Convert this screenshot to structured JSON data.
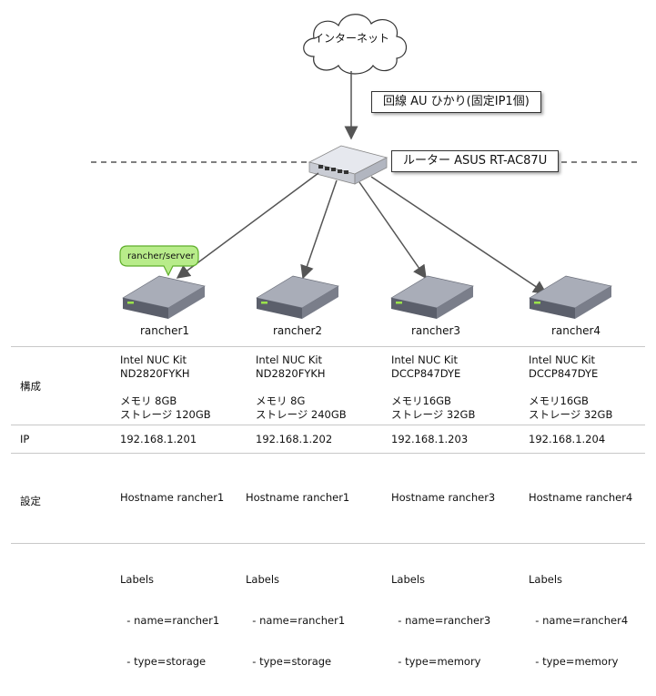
{
  "internet": {
    "label": "インターネット"
  },
  "line_label": "回線 AU ひかり(固定IP1個)",
  "router_label": "ルーター ASUS RT-AC87U",
  "server_tag": "rancher/server",
  "servers": [
    "rancher1",
    "rancher2",
    "rancher3",
    "rancher4"
  ],
  "table": {
    "row_headers": {
      "config": "構成",
      "ip": "IP",
      "settings": "設定"
    },
    "columns": [
      {
        "config": [
          "Intel NUC Kit",
          "ND2820FYKH",
          "",
          "メモリ 8GB",
          "ストレージ 120GB"
        ],
        "ip": "192.168.1.201",
        "settings": [
          "Hostname rancher1",
          "",
          "Labels",
          "  - name=rancher1",
          "  - type=storage"
        ]
      },
      {
        "config": [
          "Intel NUC Kit",
          "ND2820FYKH",
          "",
          "メモリ 8G",
          "ストレージ 240GB"
        ],
        "ip": "192.168.1.202",
        "settings": [
          "Hostname rancher1",
          "",
          "Labels",
          "  - name=rancher1",
          "  - type=storage"
        ]
      },
      {
        "config": [
          "Intel NUC Kit",
          "DCCP847DYE",
          "",
          "メモリ16GB",
          "ストレージ 32GB"
        ],
        "ip": "192.168.1.203",
        "settings": [
          "Hostname rancher3",
          "",
          "Labels",
          "  - name=rancher3",
          "  - type=memory"
        ]
      },
      {
        "config": [
          "Intel NUC Kit",
          "DCCP847DYE",
          "",
          "メモリ16GB",
          "ストレージ 32GB"
        ],
        "ip": "192.168.1.204",
        "settings": [
          "Hostname rancher4",
          "",
          "Labels",
          "  - name=rancher4",
          "  - type=memory"
        ]
      }
    ]
  },
  "colors": {
    "tag_fill": "#b8ec8a",
    "tag_stroke": "#5fae2c",
    "server_top": "#a9adb8",
    "server_front": "#5b5f6b",
    "led": "#9be34a",
    "arrow": "#555555"
  }
}
